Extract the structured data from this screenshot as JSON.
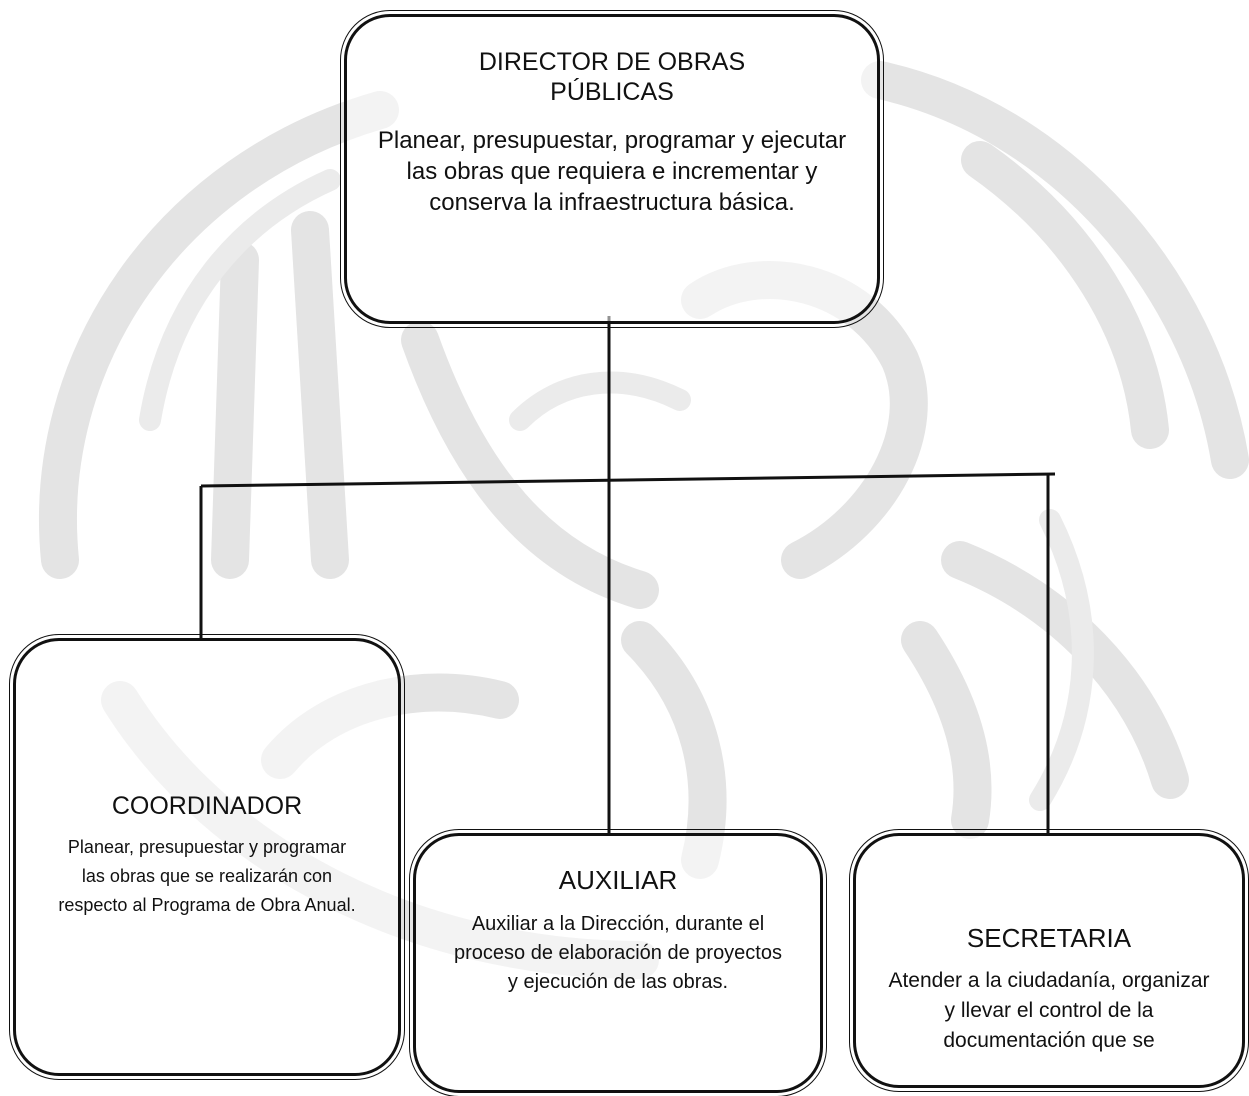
{
  "colors": {
    "line": "#111111",
    "watermark": "#e4e4e4"
  },
  "director": {
    "title": "DIRECTOR DE OBRAS PÚBLICAS",
    "description": "Planear, presupuestar, programar y ejecutar las obras que requiera e incrementar y conserva la infraestructura básica."
  },
  "coordinador": {
    "title": "COORDINADOR",
    "description": "Planear, presupuestar y programar las obras que se realizarán con respecto al Programa de Obra Anual."
  },
  "auxiliar": {
    "title": "AUXILIAR",
    "description": "Auxiliar a la Dirección, durante el proceso de elaboración de proyectos y ejecución de las obras."
  },
  "secretaria": {
    "title": "SECRETARIA",
    "description": "Atender a la ciudadanía, organizar y llevar el control de la documentación que se"
  }
}
